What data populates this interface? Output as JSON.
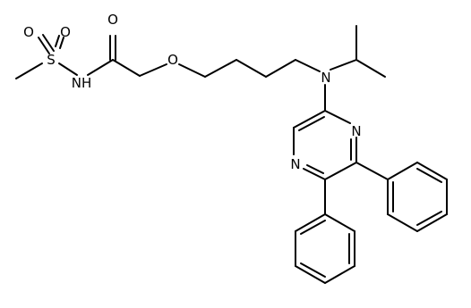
{
  "molecule": {
    "atoms": {
      "o_sulfonyl_1": "O",
      "o_sulfonyl_2": "O",
      "sulfur": "S",
      "nh": "NH",
      "o_carbonyl": "O",
      "o_ether": "O",
      "n_amine": "N",
      "n_ring_1": "N",
      "n_ring_2": "N"
    }
  }
}
